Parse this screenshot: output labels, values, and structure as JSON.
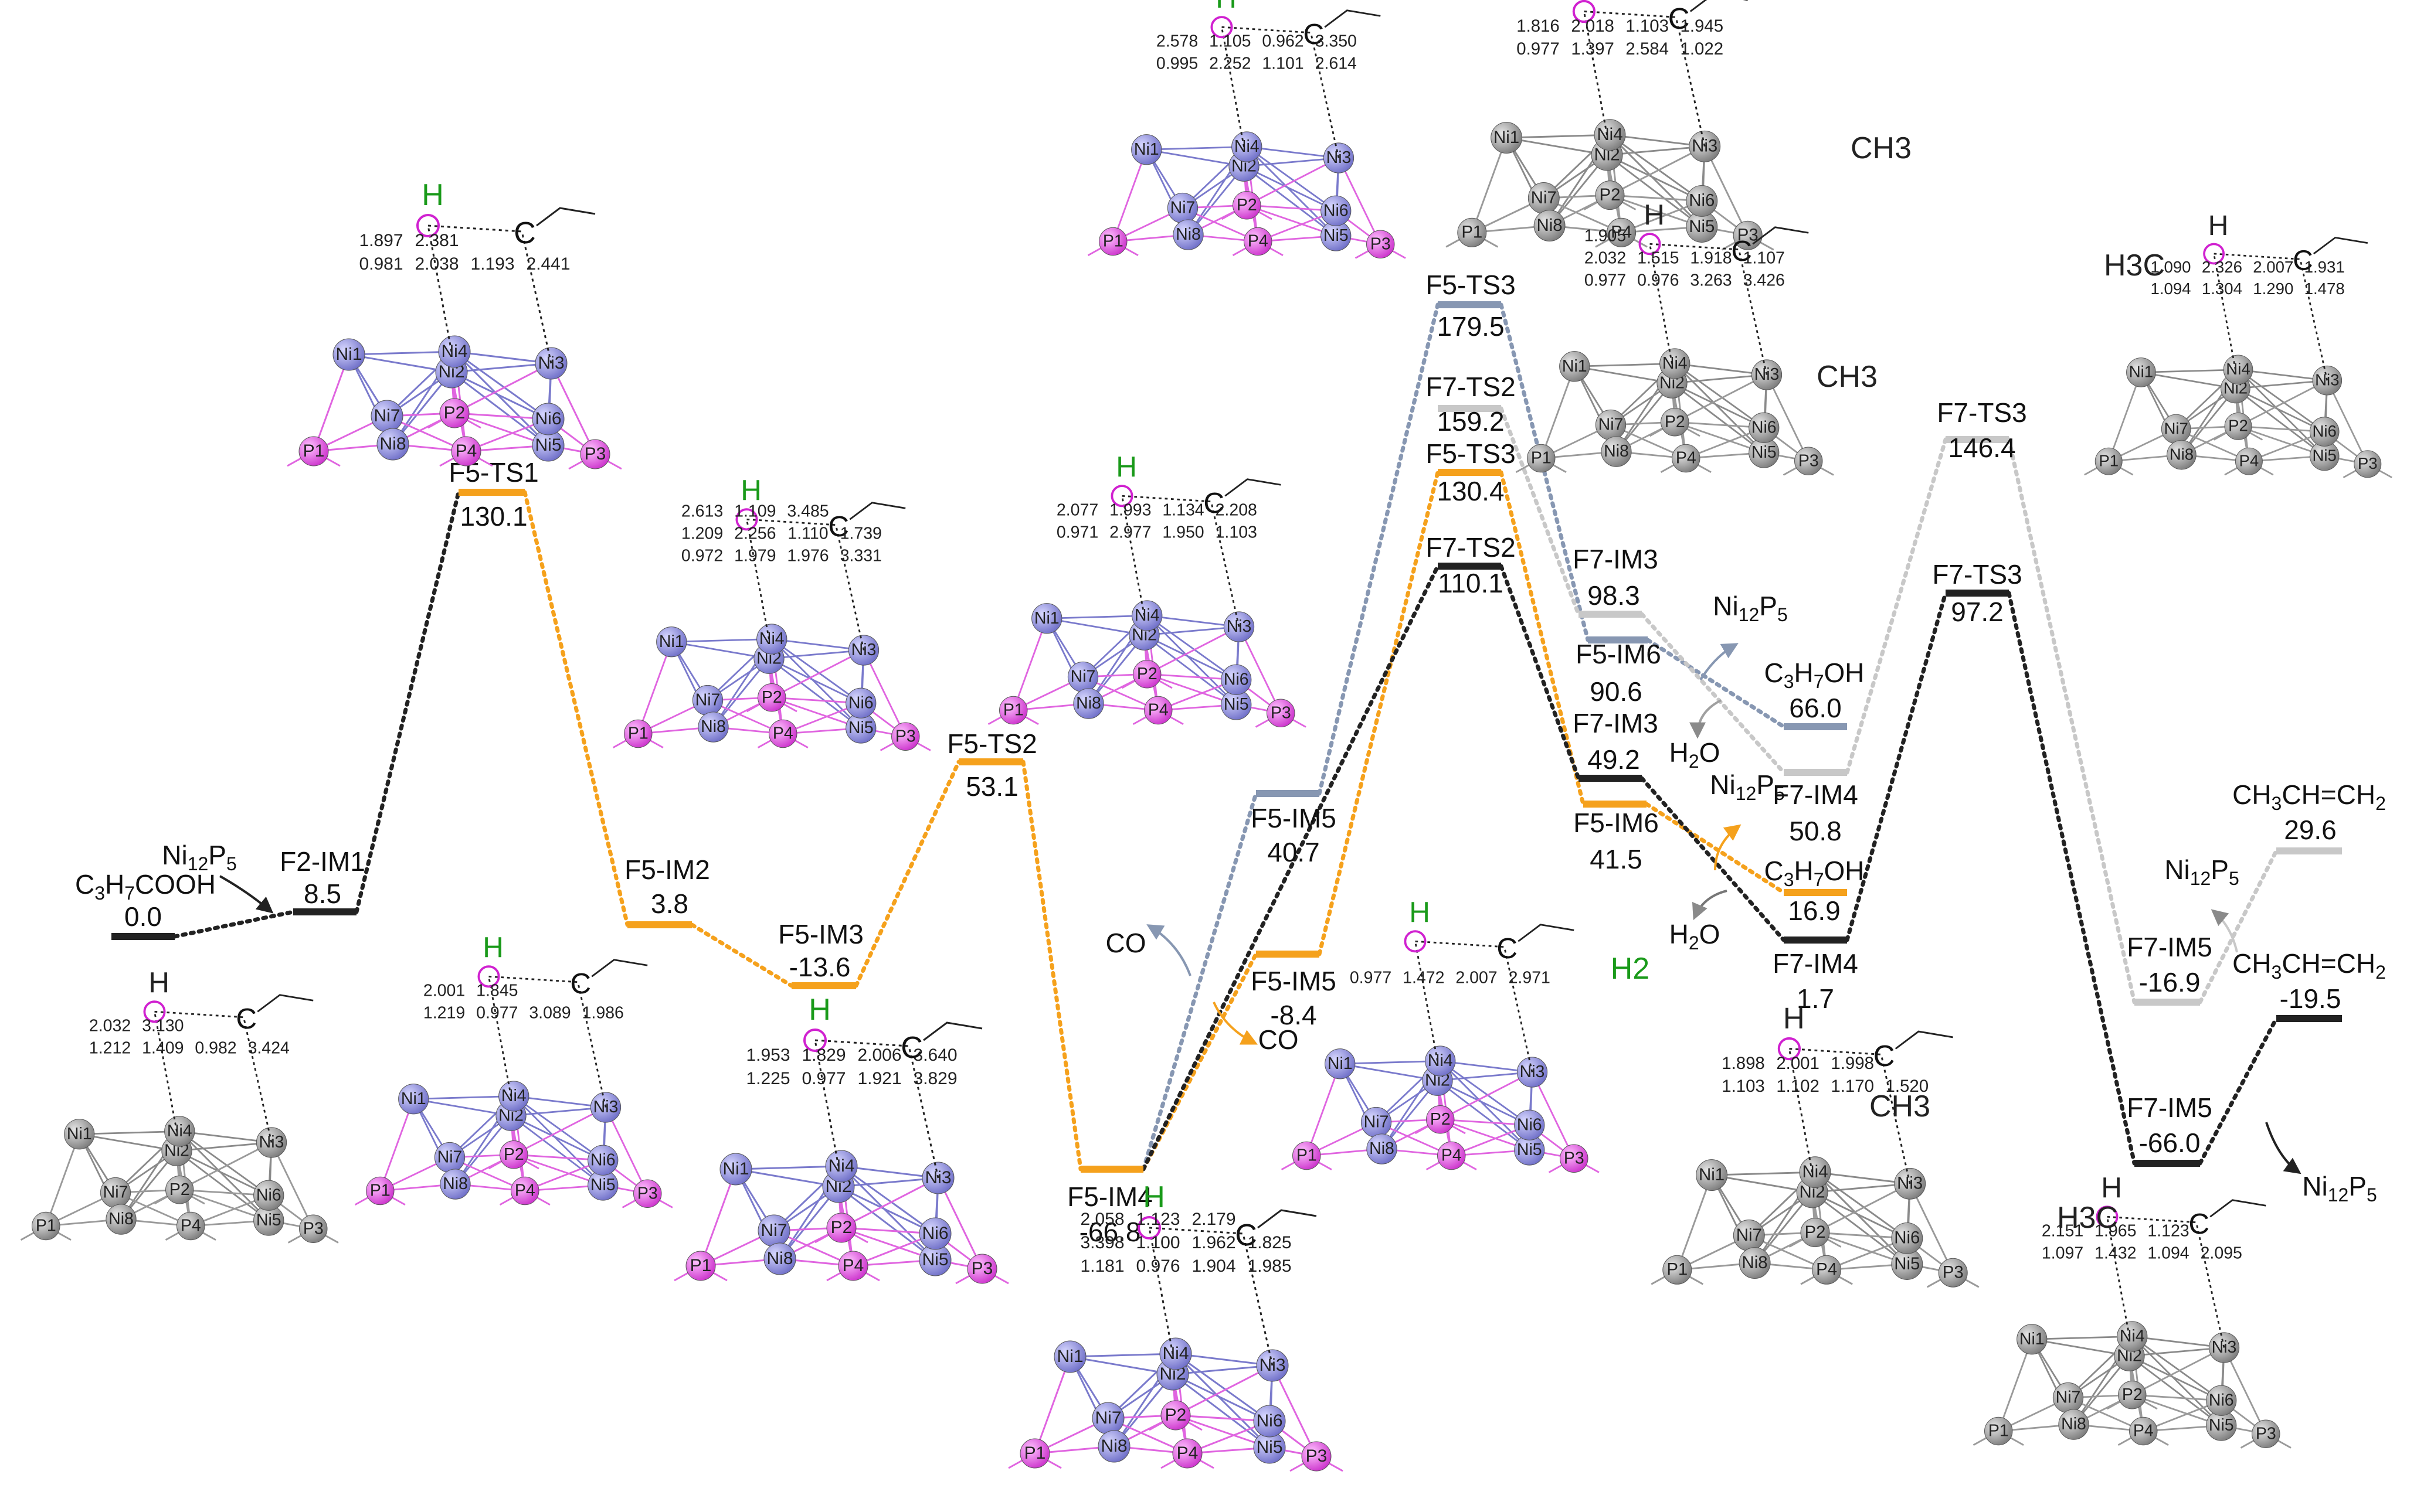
{
  "colors": {
    "orange": "#f5a11c",
    "black": "#222222",
    "blue_grey": "#8797b2",
    "light_grey": "#c8c8c8",
    "cluster_purple": "#8f8fd6",
    "cluster_grey": "#9a9a9a",
    "phosphorus_pink": "#d94fd9",
    "oxygen_ring": "#d021d0",
    "hydrogen_green": "#1a9a1a"
  },
  "levels": [
    {
      "id": "c3h7cooh",
      "label": "C3H7COOH",
      "value": "0.0",
      "color": "black"
    },
    {
      "id": "f2im1",
      "label": "F2-IM1",
      "value": "8.5",
      "color": "black"
    },
    {
      "id": "f5ts1",
      "label": "F5-TS1",
      "value": "130.1",
      "color": "orange"
    },
    {
      "id": "f5im2",
      "label": "F5-IM2",
      "value": "3.8",
      "color": "orange"
    },
    {
      "id": "f5im3",
      "label": "F5-IM3",
      "value": "-13.6",
      "color": "orange"
    },
    {
      "id": "f5ts2",
      "label": "F5-TS2",
      "value": "53.1",
      "color": "orange"
    },
    {
      "id": "f5im4",
      "label": "F5-IM4",
      "value": "-66.8",
      "color": "orange"
    },
    {
      "id": "f5im5a",
      "label": "F5-IM5",
      "value": "40.7",
      "color": "blue_grey"
    },
    {
      "id": "f5im5b",
      "label": "F5-IM5",
      "value": "-8.4",
      "color": "orange"
    },
    {
      "id": "f5ts3a",
      "label": "F5-TS3",
      "value": "179.5",
      "color": "blue_grey"
    },
    {
      "id": "f7ts2a",
      "label": "F7-TS2",
      "value": "159.2",
      "color": "light_grey"
    },
    {
      "id": "f5ts3b",
      "label": "F5-TS3",
      "value": "130.4",
      "color": "orange"
    },
    {
      "id": "f7ts2b",
      "label": "F7-TS2",
      "value": "110.1",
      "color": "black"
    },
    {
      "id": "f7im3a",
      "label": "F7-IM3",
      "value": "98.3",
      "color": "light_grey"
    },
    {
      "id": "f5im6a",
      "label": "F5-IM6",
      "value": "90.6",
      "color": "blue_grey"
    },
    {
      "id": "f7im3b",
      "label": "F7-IM3",
      "value": "49.2",
      "color": "black"
    },
    {
      "id": "f5im6b",
      "label": "F5-IM6",
      "value": "41.5",
      "color": "orange"
    },
    {
      "id": "c3h7oh_a",
      "label": "C3H7OH",
      "value": "66.0",
      "color": "blue_grey"
    },
    {
      "id": "f7im4a",
      "label": "F7-IM4",
      "value": "50.8",
      "color": "light_grey"
    },
    {
      "id": "c3h7oh_b",
      "label": "C3H7OH",
      "value": "16.9",
      "color": "orange"
    },
    {
      "id": "f7im4b",
      "label": "F7-IM4",
      "value": "1.7",
      "color": "black"
    },
    {
      "id": "f7ts3a",
      "label": "F7-TS3",
      "value": "146.4",
      "color": "light_grey"
    },
    {
      "id": "f7ts3b",
      "label": "F7-TS3",
      "value": "97.2",
      "color": "black"
    },
    {
      "id": "f7im5a",
      "label": "F7-IM5",
      "value": "-16.9",
      "color": "light_grey"
    },
    {
      "id": "f7im5b",
      "label": "F7-IM5",
      "value": "-66.0",
      "color": "black"
    },
    {
      "id": "propene_a",
      "label": "CH3CH=CH2",
      "value": "29.6",
      "color": "light_grey"
    },
    {
      "id": "propene_b",
      "label": "CH3CH=CH2",
      "value": "-19.5",
      "color": "black"
    }
  ],
  "species": {
    "ni12p5": "Ni12P5",
    "h2o": "H2O",
    "co": "CO"
  },
  "atoms": {
    "ni": [
      "Ni1",
      "Ni2",
      "Ni3",
      "Ni4",
      "Ni5",
      "Ni6",
      "Ni7",
      "Ni8"
    ],
    "p": [
      "P1",
      "P2",
      "P3",
      "P4"
    ],
    "o": "O",
    "c": "C",
    "h": "H",
    "ch3": "CH3",
    "h2": "H2",
    "h3c": "H3C"
  },
  "bond_lengths": {
    "ts1": [
      "0.981",
      "2.038",
      "1.193",
      "2.441",
      "1.897",
      "2.381"
    ],
    "im1": [
      "1.212",
      "1.409",
      "0.982",
      "3.424",
      "2.032",
      "3.130"
    ],
    "im2": [
      "1.219",
      "0.977",
      "3.089",
      "1.986",
      "2.001",
      "1.845"
    ],
    "im3": [
      "0.972",
      "1.979",
      "1.976",
      "3.331",
      "1.209",
      "2.256",
      "1.110",
      "1.739",
      "2.613",
      "1.109",
      "3.485"
    ],
    "im3b": [
      "1.225",
      "0.977",
      "1.921",
      "3.829",
      "1.953",
      "1.829",
      "2.006",
      "3.640"
    ],
    "ts2": [
      "0.971",
      "2.977",
      "1.950",
      "1.103",
      "2.077",
      "1.993",
      "1.134",
      "2.208"
    ],
    "im4": [
      "1.181",
      "0.976",
      "1.904",
      "1.985",
      "3.398",
      "1.100",
      "1.962",
      "1.825",
      "2.058",
      "1.123",
      "2.179"
    ],
    "ts3": [
      "0.995",
      "2.252",
      "1.101",
      "2.614",
      "2.578",
      "1.105",
      "0.962",
      "3.350"
    ],
    "ts3r": [
      "0.977",
      "1.397",
      "2.584",
      "1.022",
      "1.816",
      "2.018",
      "1.103",
      "1.945"
    ],
    "im6r": [
      "0.977",
      "0.976",
      "3.263",
      "3.426",
      "2.032",
      "1.515",
      "1.918",
      "1.107",
      "1.905"
    ],
    "im5l": [
      "0.977",
      "1.472",
      "2.007",
      "2.971"
    ],
    "im4r": [
      "1.103",
      "1.102",
      "1.170",
      "1.520",
      "1.898",
      "2.001",
      "1.998"
    ],
    "ts3far": [
      "1.094",
      "1.304",
      "1.290",
      "1.478",
      "1.090",
      "2.326",
      "2.007",
      "1.931"
    ],
    "im5far": [
      "1.097",
      "1.432",
      "1.094",
      "2.095",
      "2.151",
      "1.965",
      "1.123"
    ]
  }
}
